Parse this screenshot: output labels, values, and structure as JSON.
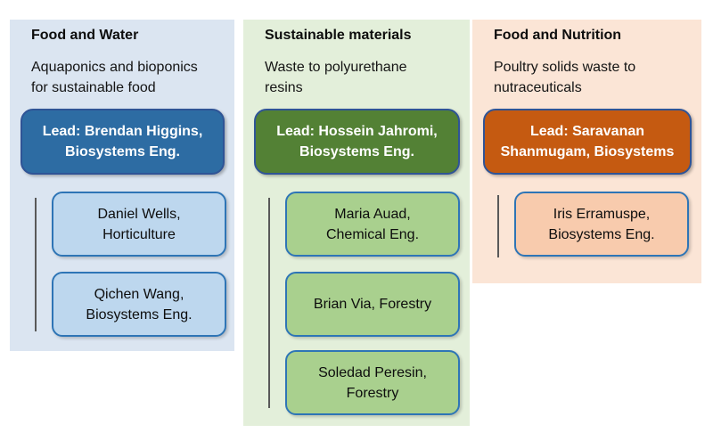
{
  "connector_color": "#595959",
  "columns": [
    {
      "title": "Food and Water",
      "subtitle": {
        "line1": "Aquaponics and bioponics",
        "line2": "for sustainable food"
      },
      "lead": {
        "line1": "Lead: Brendan Higgins,",
        "line2": "Biosystems Eng."
      },
      "members": [
        {
          "line1": "Daniel Wells,",
          "line2": "Horticulture"
        },
        {
          "line1": "Qichen Wang,",
          "line2": "Biosystems Eng."
        }
      ],
      "colors": {
        "panel_bg": "#dbe5f1",
        "lead_bg": "#2d6ca3",
        "lead_text": "#ffffff",
        "lead_border": "#2f5496",
        "member_bg": "#bdd7ee",
        "member_border": "#2e75b6"
      }
    },
    {
      "title": "Sustainable materials",
      "subtitle": {
        "line1": "Waste to polyurethane",
        "line2": "resins"
      },
      "lead": {
        "line1": "Lead: Hossein Jahromi,",
        "line2": "Biosystems Eng."
      },
      "members": [
        {
          "line1": "Maria Auad,",
          "line2": "Chemical Eng."
        },
        {
          "line1": "Brian Via, Forestry"
        },
        {
          "line1": "Soledad Peresin,",
          "line2": "Forestry"
        }
      ],
      "colors": {
        "panel_bg": "#e3efda",
        "lead_bg": "#538135",
        "lead_text": "#ffffff",
        "lead_border": "#2f5496",
        "member_bg": "#a9d08e",
        "member_border": "#2e75b6"
      }
    },
    {
      "title": "Food and Nutrition",
      "subtitle": {
        "line1": "Poultry solids waste to",
        "line2": "nutraceuticals"
      },
      "lead": {
        "line1": "Lead: Saravanan",
        "line2": "Shanmugam, Biosystems"
      },
      "members": [
        {
          "line1": "Iris Erramuspe,",
          "line2": "Biosystems Eng."
        }
      ],
      "colors": {
        "panel_bg": "#fbe5d6",
        "lead_bg": "#c55a11",
        "lead_text": "#ffffff",
        "lead_border": "#2f5496",
        "member_bg": "#f8cbad",
        "member_border": "#2e75b6"
      }
    }
  ]
}
